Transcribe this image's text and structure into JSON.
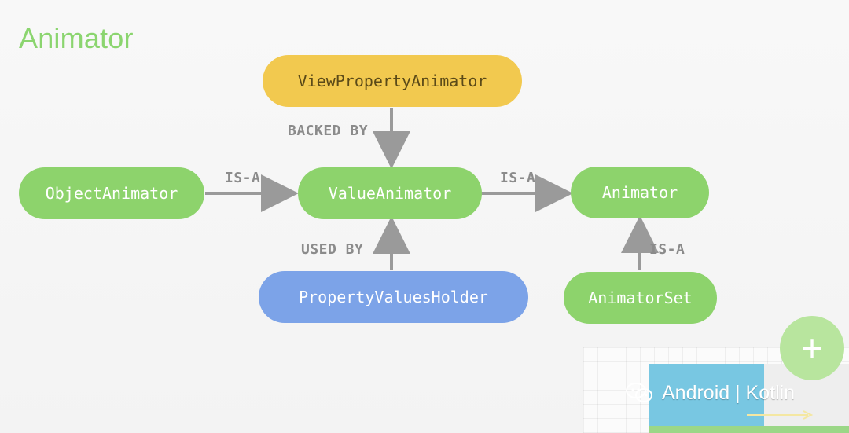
{
  "title": "Animator",
  "nodes": {
    "view_property_animator": "ViewPropertyAnimator",
    "object_animator": "ObjectAnimator",
    "value_animator": "ValueAnimator",
    "animator": "Animator",
    "property_values_holder": "PropertyValuesHolder",
    "animator_set": "AnimatorSet"
  },
  "labels": {
    "backed_by": "BACKED BY",
    "is_a_left": "IS-A",
    "is_a_right": "IS-A",
    "used_by": "USED BY",
    "is_a_vertical": "IS-A"
  },
  "watermark": {
    "text": "Android | Kotlin",
    "icon": "wechat-icon"
  },
  "fab": {
    "icon": "plus-icon",
    "symbol": "+"
  },
  "colors": {
    "green": "#8dd36c",
    "yellow": "#f2c94f",
    "blue": "#7ca3e8",
    "label_gray": "#8b8b8b"
  }
}
